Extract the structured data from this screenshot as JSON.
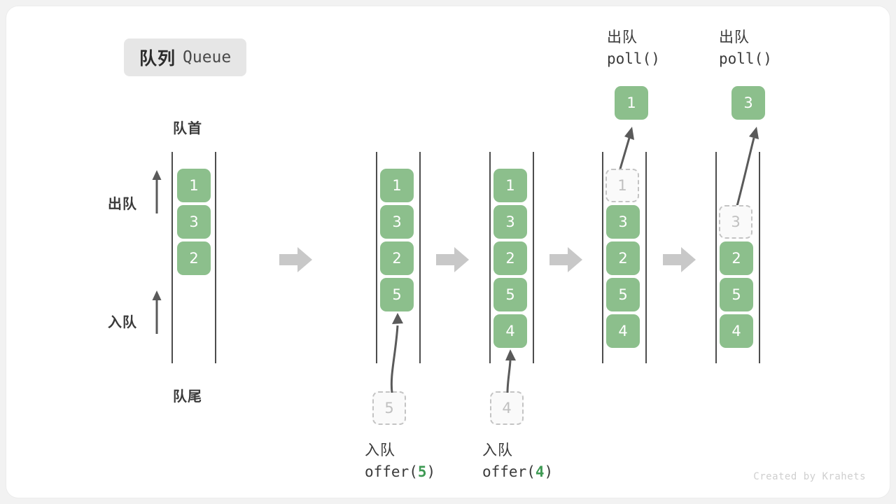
{
  "title": {
    "cn": "队列",
    "en": "Queue"
  },
  "labels": {
    "front": "队首",
    "rear": "队尾",
    "dequeue": "出队",
    "enqueue": "入队"
  },
  "colors": {
    "element_fill": "#8cbf8c",
    "element_text": "#ffffff",
    "ghost_border": "#c4c4c4",
    "ghost_text": "#c0c0c0",
    "rail": "#4d4d4d",
    "block_arrow": "#c8c8c8",
    "accent_code_arg": "#3f9a54",
    "chip_bg": "#e6e6e6",
    "text": "#3a3a3a"
  },
  "stages": [
    {
      "name": "initial",
      "cells": [
        {
          "value": "1",
          "state": "filled"
        },
        {
          "value": "3",
          "state": "filled"
        },
        {
          "value": "2",
          "state": "filled"
        }
      ]
    },
    {
      "name": "after-offer-5",
      "cells": [
        {
          "value": "1",
          "state": "filled"
        },
        {
          "value": "3",
          "state": "filled"
        },
        {
          "value": "2",
          "state": "filled"
        },
        {
          "value": "5",
          "state": "filled"
        }
      ],
      "incoming": {
        "value": "5",
        "state": "ghost"
      },
      "caption": {
        "cn": "入队",
        "fn": "offer(",
        "arg": "5",
        "close": ")"
      }
    },
    {
      "name": "after-offer-4",
      "cells": [
        {
          "value": "1",
          "state": "filled"
        },
        {
          "value": "3",
          "state": "filled"
        },
        {
          "value": "2",
          "state": "filled"
        },
        {
          "value": "5",
          "state": "filled"
        },
        {
          "value": "4",
          "state": "filled"
        }
      ],
      "incoming": {
        "value": "4",
        "state": "ghost"
      },
      "caption": {
        "cn": "入队",
        "fn": "offer(",
        "arg": "4",
        "close": ")"
      }
    },
    {
      "name": "after-poll-1",
      "cells": [
        {
          "value": "1",
          "state": "ghost"
        },
        {
          "value": "3",
          "state": "filled"
        },
        {
          "value": "2",
          "state": "filled"
        },
        {
          "value": "5",
          "state": "filled"
        },
        {
          "value": "4",
          "state": "filled"
        }
      ],
      "outgoing": {
        "value": "1",
        "state": "filled"
      },
      "caption": {
        "cn": "出队",
        "fn": "poll()"
      }
    },
    {
      "name": "after-poll-3",
      "cells": [
        {
          "value": "3",
          "state": "ghost"
        },
        {
          "value": "2",
          "state": "filled"
        },
        {
          "value": "5",
          "state": "filled"
        },
        {
          "value": "4",
          "state": "filled"
        }
      ],
      "outgoing": {
        "value": "3",
        "state": "filled"
      },
      "caption": {
        "cn": "出队",
        "fn": "poll()"
      }
    }
  ],
  "watermark": "Created by Krahets"
}
